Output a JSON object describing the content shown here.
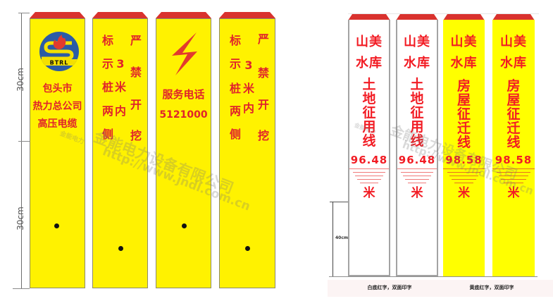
{
  "colors": {
    "post_yellow": "#fff200",
    "post_yellow_bright": "#ffff00",
    "cap_red": "#d9322e",
    "text_red": "#e0232b",
    "right_text_red": "#f21c24",
    "logo_blue": "#2b5ba6"
  },
  "left_panel": {
    "dimension_labels": [
      "30cm",
      "30cm"
    ],
    "posts": [
      {
        "type": "logo",
        "logo_text": "BTRL",
        "lines": [
          "包头市",
          "热力总公司",
          "高压电缆"
        ]
      },
      {
        "type": "warning",
        "columns": [
          [
            "标",
            "示",
            "桩",
            "两",
            "侧"
          ],
          [
            "3",
            "米",
            "内"
          ],
          [
            "严",
            "禁",
            "开",
            "挖"
          ]
        ]
      },
      {
        "type": "service",
        "icon": "lightning-bolt-icon",
        "lines": [
          "服务电话",
          "5121000"
        ]
      },
      {
        "type": "warning",
        "columns": [
          [
            "标",
            "示",
            "桩",
            "两",
            "侧"
          ],
          [
            "3",
            "米",
            "内"
          ],
          [
            "严",
            "禁",
            "开",
            "挖"
          ]
        ]
      }
    ]
  },
  "right_panel": {
    "dimension_label": "40cm",
    "posts": [
      {
        "background": "white",
        "line1": "山美",
        "line2": "水库",
        "vertical": [
          "土",
          "地",
          "征",
          "用",
          "线"
        ],
        "value": "96.48",
        "unit": "米"
      },
      {
        "background": "white",
        "line1": "山美",
        "line2": "水库",
        "vertical": [
          "土",
          "地",
          "征",
          "用",
          "线"
        ],
        "value": "96.48",
        "unit": "米"
      },
      {
        "background": "yellow",
        "line1": "山美",
        "line2": "水库",
        "vertical": [
          "房",
          "屋",
          "征",
          "迁",
          "线"
        ],
        "value": "98.58",
        "unit": "米"
      },
      {
        "background": "yellow",
        "line1": "山美",
        "line2": "水库",
        "vertical": [
          "房",
          "屋",
          "征",
          "迁",
          "线"
        ],
        "value": "98.58",
        "unit": "米"
      }
    ],
    "captions": [
      "白底红字，双面印字",
      "黄底红字，双面印字"
    ]
  },
  "watermark": {
    "company": "金能电力设备有限公司",
    "url": "http://www.jndl.com.cn",
    "brand": "金能电力"
  }
}
